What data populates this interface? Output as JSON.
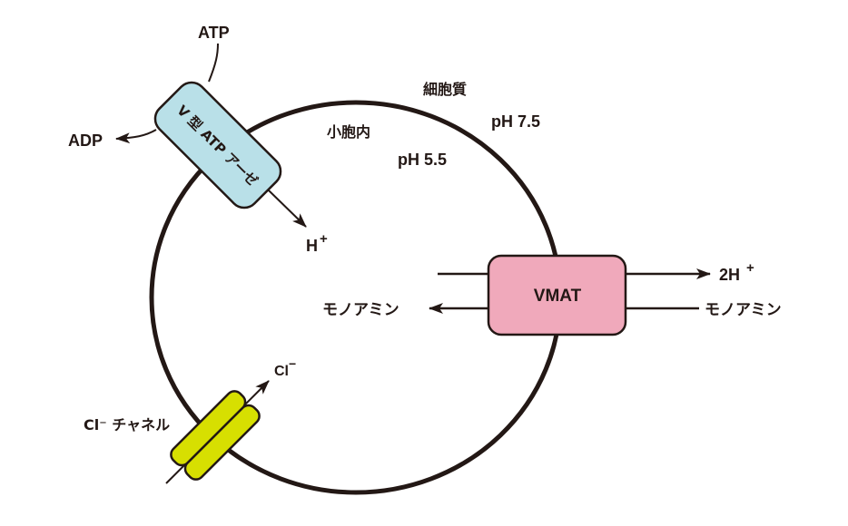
{
  "colors": {
    "outline": "#231815",
    "v_atpase_fill": "#b9e0e8",
    "vmat_fill": "#f0a9bb",
    "channel_fill": "#d7df01",
    "background": "#ffffff"
  },
  "labels": {
    "cytoplasm": "細胞質",
    "cytoplasm_ph": "pH 7.5",
    "vesicle_interior": "小胞内",
    "vesicle_ph": "pH 5.5",
    "atp": "ATP",
    "adp": "ADP",
    "proton_out": "H",
    "proton_charge": "+",
    "two_protons": "2H",
    "two_protons_charge": "+",
    "monoamine_in": "モノアミン",
    "monoamine_out": "モノアミン",
    "chloride": "Cl",
    "chloride_charge": "−",
    "chloride_channel": "Cl⁻ チャネル"
  },
  "proteins": {
    "v_atpase": "V 型 ATP アーゼ",
    "vmat": "VMAT"
  }
}
